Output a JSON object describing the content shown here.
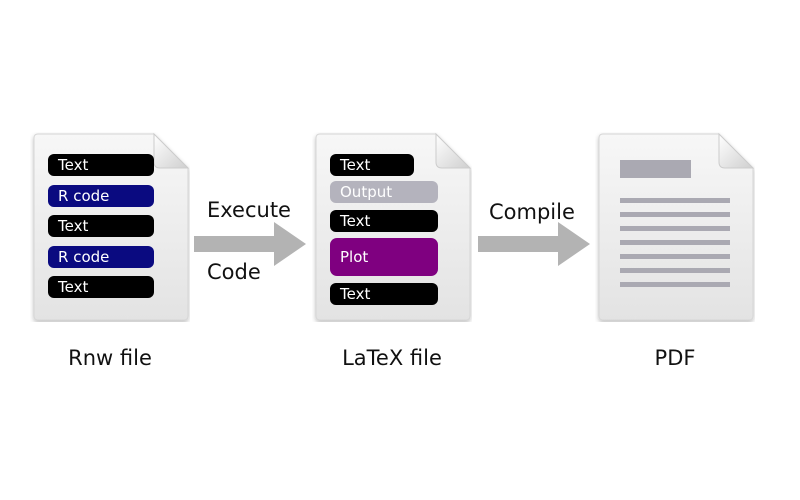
{
  "documents": {
    "rnw": {
      "caption": "Rnw file",
      "blocks": [
        "Text",
        "R code",
        "Text",
        "R code",
        "Text"
      ]
    },
    "latex": {
      "caption": "LaTeX file",
      "blocks": [
        "Text",
        "Output",
        "Text",
        "Plot",
        "Text"
      ]
    },
    "pdf": {
      "caption": "PDF"
    }
  },
  "arrows": {
    "execute": {
      "top_label": "Execute",
      "bottom_label": "Code"
    },
    "compile": {
      "label": "Compile"
    }
  },
  "colors": {
    "text_block": "#000000",
    "code_block": "#0a0a80",
    "output_block": "#b4b3bd",
    "plot_block": "#7f0080",
    "arrow": "#b3b3b3",
    "page": "#efefef"
  }
}
